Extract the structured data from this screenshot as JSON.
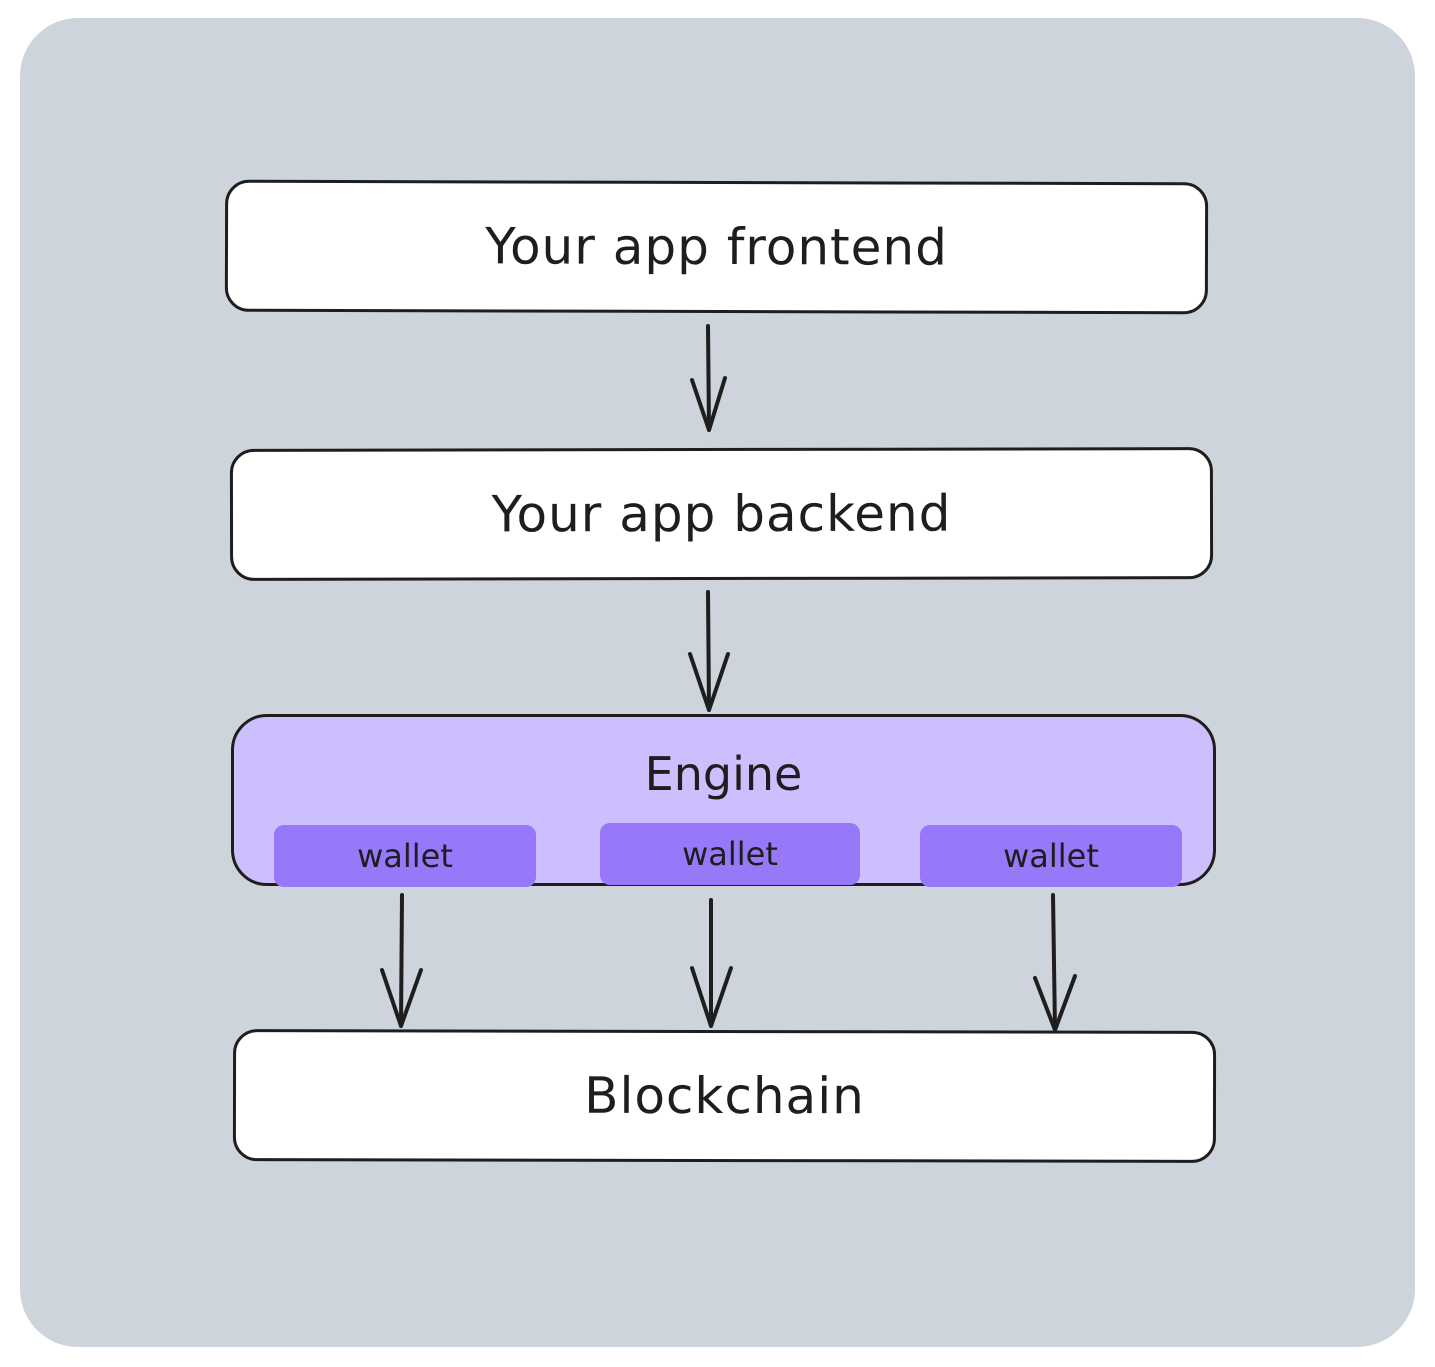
{
  "nodes": {
    "frontend": "Your app frontend",
    "backend": "Your app backend",
    "engine": "Engine",
    "wallets": [
      "wallet",
      "wallet",
      "wallet"
    ],
    "blockchain": "Blockchain"
  },
  "colors": {
    "background": "#ced4dc",
    "box_fill": "#ffffff",
    "engine_fill": "#cdbffd",
    "wallet_fill": "#9678f9",
    "stroke": "#1e1e1e"
  },
  "edges": [
    {
      "from": "frontend",
      "to": "backend"
    },
    {
      "from": "backend",
      "to": "engine"
    },
    {
      "from": "wallet_1",
      "to": "blockchain"
    },
    {
      "from": "wallet_2",
      "to": "blockchain"
    },
    {
      "from": "wallet_3",
      "to": "blockchain"
    }
  ]
}
